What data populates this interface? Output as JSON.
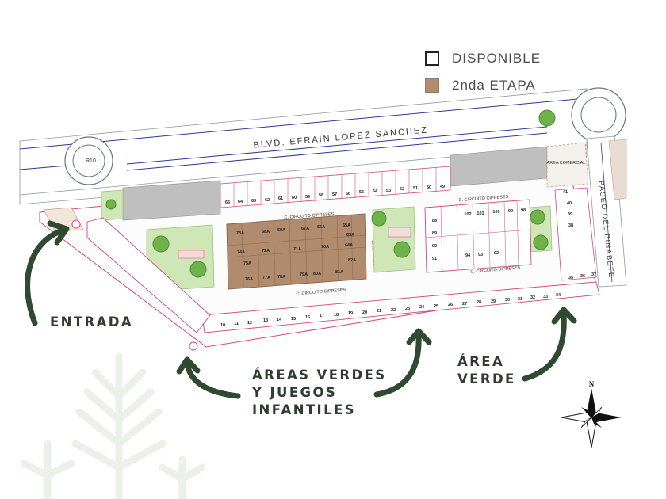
{
  "legend": {
    "items": [
      {
        "label": "DISPONIBLE",
        "swatch": "outline"
      },
      {
        "label": "2nda ETAPA",
        "color": "#b08b6e"
      }
    ]
  },
  "map": {
    "boulevard": "BLVD. EFRAIN LOPEZ SANCHEZ",
    "side_road": "PASEO DEL PINABETE",
    "roundabout_label": "R10",
    "commercial_area": "AREA COMERCIAL",
    "streets": [
      "C. CIRCUITO CIPRESES",
      "C. CIRCUITO CIPRESES",
      "C. CIRCUITO CIPRESES",
      "C. CIRCUITO CIPRESES",
      "C. NARDINO"
    ],
    "top_lots": [
      "65",
      "64",
      "63",
      "62",
      "61",
      "60",
      "59",
      "58",
      "57",
      "56",
      "55",
      "54",
      "53",
      "52",
      "51",
      "50",
      "49"
    ],
    "bottom_lots": [
      "10",
      "11",
      "12",
      "13",
      "14",
      "15",
      "16",
      "17",
      "18",
      "19",
      "20",
      "21",
      "22",
      "23",
      "24",
      "25",
      "26",
      "27",
      "28",
      "29",
      "30",
      "31",
      "32",
      "33",
      "34",
      "35",
      "36",
      "37"
    ],
    "right_lots": [
      "41",
      "40",
      "39",
      "38"
    ],
    "east_block_lots": [
      "102",
      "101",
      "100",
      "99",
      "98",
      "94",
      "93",
      "92",
      "91",
      "90",
      "89",
      "88"
    ],
    "stage2_lots": [
      "73A",
      "68A",
      "69A",
      "67A",
      "66A",
      "65A",
      "74A",
      "72A",
      "71A",
      "70A",
      "64A",
      "63A",
      "75A",
      "76A",
      "77A",
      "78A",
      "79A",
      "80A",
      "81A",
      "82A"
    ],
    "green_areas": 4,
    "north_label": "N"
  },
  "callouts": {
    "entrance": "ENTRADA",
    "play_areas": [
      "ÁREAS VERDES",
      "Y JUEGOS",
      "INFANTILES"
    ],
    "green_area": [
      "ÁREA",
      "VERDE"
    ]
  },
  "colors": {
    "callout_text": "#2e3d2e",
    "arrow": "#2f4a30",
    "stage2": "#b08b6e",
    "lot_line": "#d24a7a",
    "street_line": "#2a3a9a",
    "green": "#6fb24a"
  }
}
